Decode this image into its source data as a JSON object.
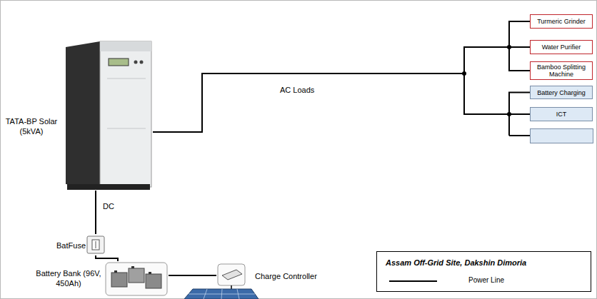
{
  "diagram": {
    "nodes": [
      {
        "text": [
          "TATA-BP Solar (5kVA)"
        ]
      },
      {
        "text": [
          "Turmeric Grinder"
        ]
      },
      {
        "text": [
          "Water Purifier"
        ]
      },
      {
        "text": [
          "Bamboo Splitting Machine"
        ]
      },
      {
        "text": [
          "Battery Charging"
        ]
      },
      {
        "text": [
          "ICT"
        ]
      },
      {
        "text": [
          "BatFuse"
        ]
      },
      {
        "text": [
          "Battery Bank (96V, 450Ah)"
        ]
      },
      {
        "text": [
          "Charge Controller"
        ]
      }
    ],
    "edges": [
      {
        "from": 0,
        "to": 1,
        "arrow": "none"
      },
      {
        "from": 0,
        "to": 2,
        "arrow": "none"
      },
      {
        "from": 0,
        "to": 3,
        "arrow": "none"
      },
      {
        "from": 0,
        "to": 4,
        "arrow": "none"
      },
      {
        "from": 0,
        "to": 5,
        "arrow": "none"
      },
      {
        "from": 0,
        "to": 6,
        "arrow": "none"
      },
      {
        "from": 6,
        "to": 7,
        "arrow": "none"
      },
      {
        "from": 7,
        "to": 8,
        "arrow": "none"
      }
    ],
    "labels": [
      "AC Loads",
      "DC",
      "Assam Off-Grid Site, Dakshin Dimoria"
    ],
    "legend": [
      {
        "text": "Power Line"
      }
    ]
  }
}
